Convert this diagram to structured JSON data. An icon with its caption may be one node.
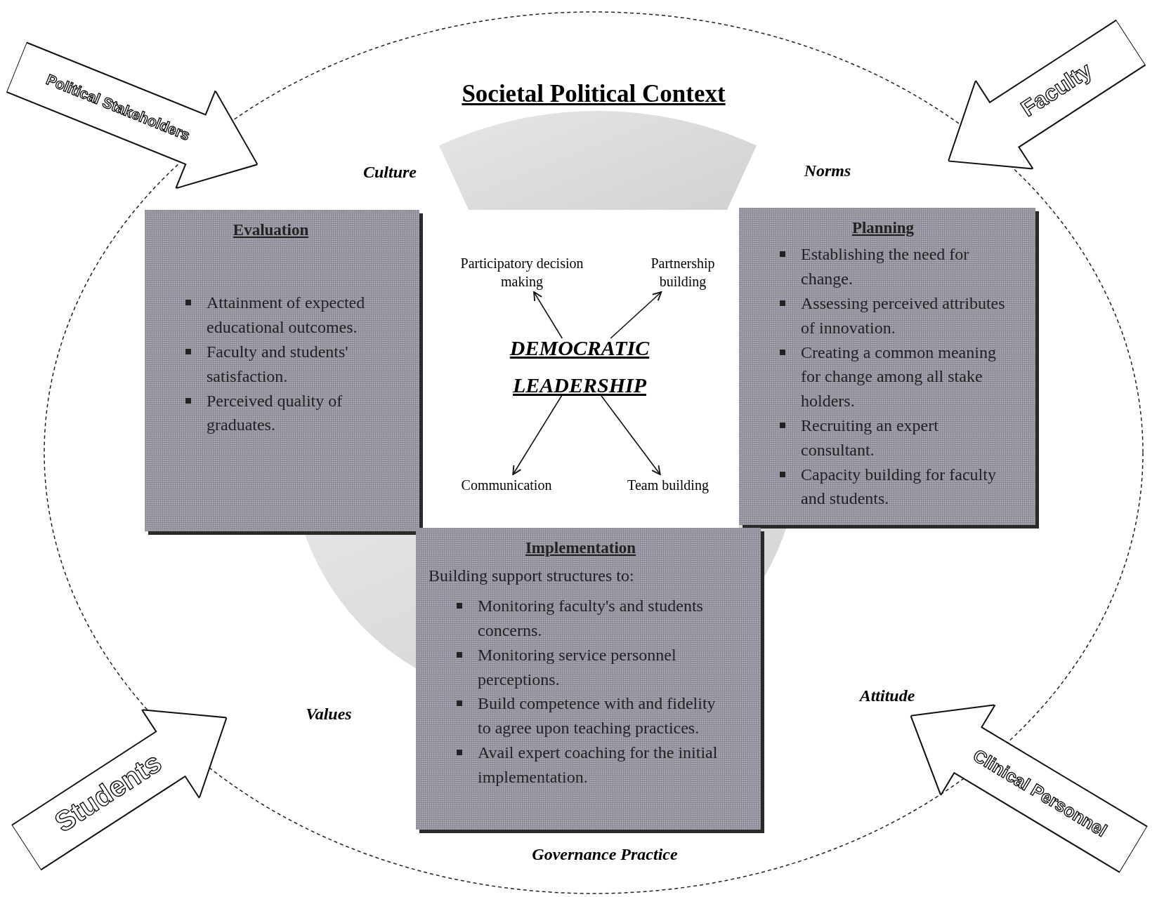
{
  "diagram": {
    "title": "Societal Political Context",
    "nodes": [
      {
        "text": [
          "Political Stakeholders"
        ]
      },
      {
        "text": [
          "Faculty"
        ]
      },
      {
        "text": [
          "Students"
        ]
      },
      {
        "text": [
          "Clinical Personnel"
        ]
      },
      {
        "text": [
          "Evaluation",
          "Attainment of expected educational outcomes.",
          "Faculty and students' satisfaction.",
          "Perceived quality of graduates."
        ]
      },
      {
        "text": [
          "Planning",
          "Establishing the need for change.",
          "Assessing perceived attributes of innovation.",
          "Creating a common meaning for change among all stake holders.",
          "Recruiting an expert consultant.",
          "Capacity building for faculty and students."
        ]
      },
      {
        "text": [
          "Implementation",
          "Building support structures to:",
          "Monitoring faculty's and students concerns.",
          "Monitoring service personnel perceptions.",
          "Build competence with and fidelity to agree upon teaching practices.",
          "Avail expert coaching for the initial implementation."
        ]
      },
      {
        "text": [
          "DEMOCRATIC LEADERSHIP"
        ]
      },
      {
        "text": [
          "Participatory decision making"
        ]
      },
      {
        "text": [
          "Partnership building"
        ]
      },
      {
        "text": [
          "Communication"
        ]
      },
      {
        "text": [
          "Team building"
        ]
      }
    ],
    "edges": [
      {
        "from": 7,
        "to": 8,
        "arrow": "to"
      },
      {
        "from": 7,
        "to": 9,
        "arrow": "to"
      },
      {
        "from": 7,
        "to": 10,
        "arrow": "to"
      },
      {
        "from": 7,
        "to": 11,
        "arrow": "to"
      }
    ],
    "labels": [
      "Culture",
      "Norms",
      "Values",
      "Attitude",
      "Governance Practice"
    ]
  }
}
